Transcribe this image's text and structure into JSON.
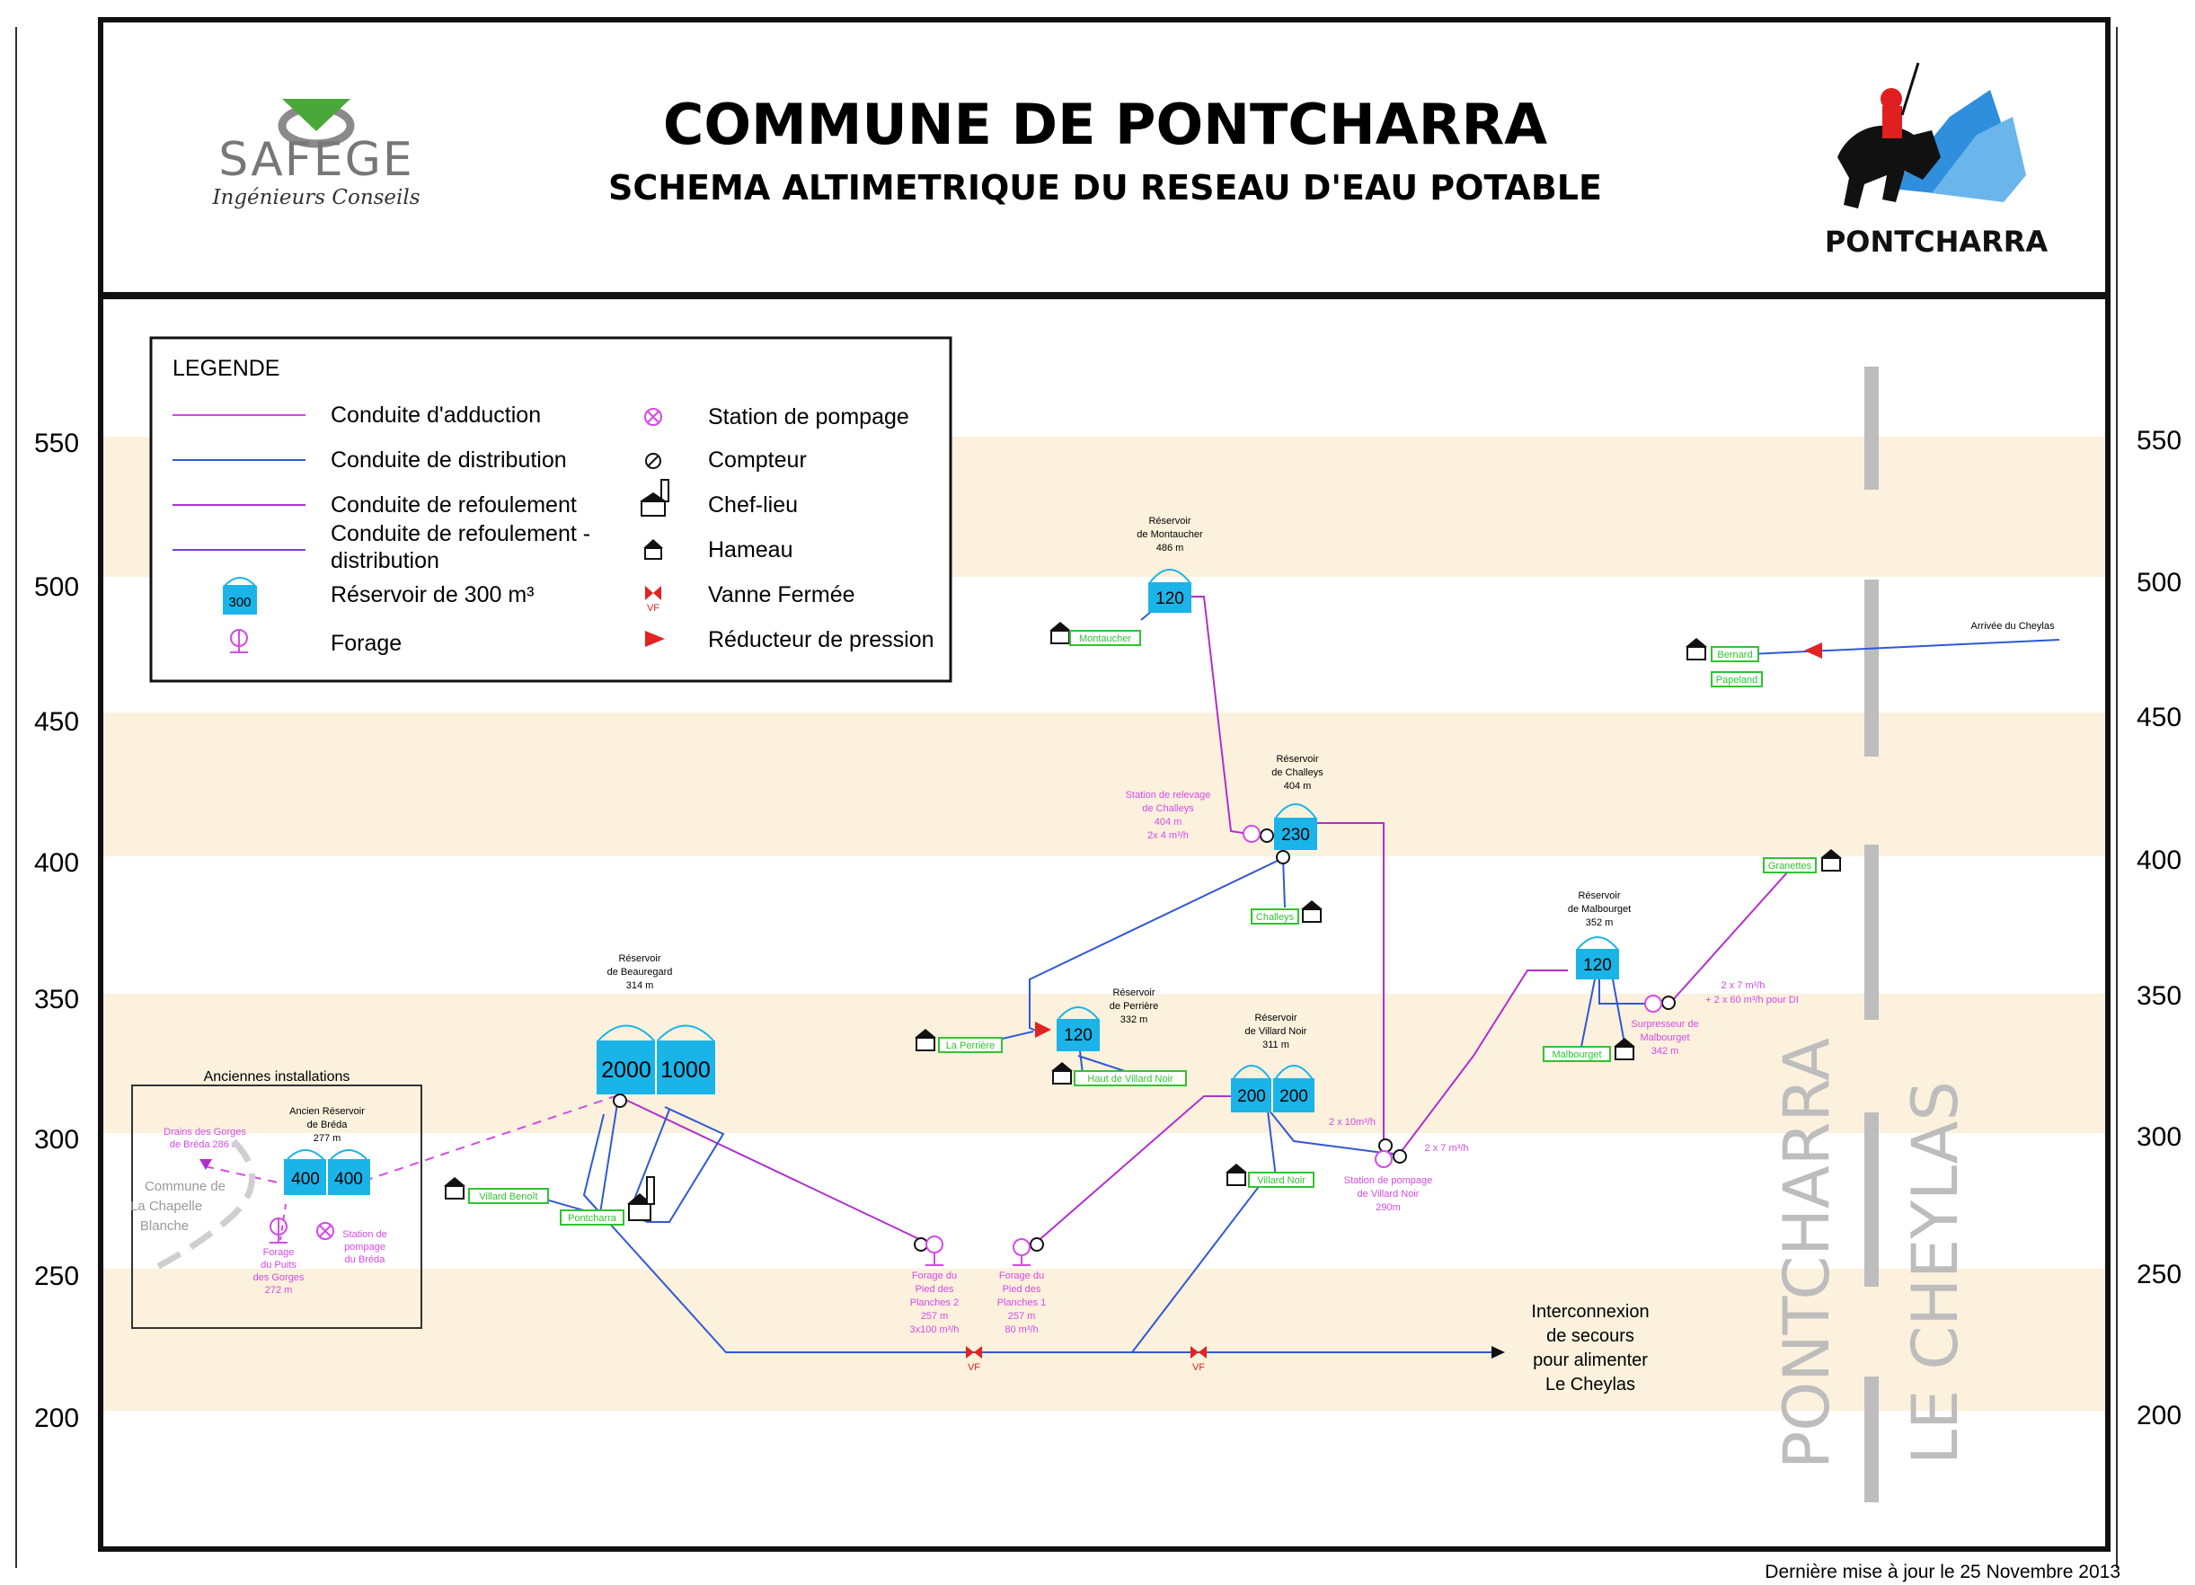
{
  "header": {
    "title": "COMMUNE DE PONTCHARRA",
    "subtitle": "SCHEMA ALTIMETRIQUE DU RESEAU D'EAU POTABLE",
    "left_logo_name": "SAFEGE",
    "left_logo_tagline": "Ingénieurs Conseils",
    "right_logo_name": "PONTCHARRA"
  },
  "footer": {
    "update_note": "Dernière mise à jour le 25 Novembre 2013"
  },
  "axis": {
    "ticks_left": [
      "550",
      "500",
      "450",
      "400",
      "350",
      "300",
      "250",
      "200"
    ],
    "ticks_right": [
      "550",
      "500",
      "450",
      "400",
      "350",
      "300",
      "250",
      "200"
    ]
  },
  "colors": {
    "adduction": "#d649e8",
    "distribution": "#3058d8",
    "refoulement": "#b12fd0",
    "reservoir": "#1ab4e8",
    "band": "#fbf1dc",
    "valve": "#e32222",
    "label_green": "#2fc42f",
    "territory": "#bdbdbd"
  },
  "legend": {
    "title": "LEGENDE",
    "items": [
      {
        "label": "Conduite d'adduction"
      },
      {
        "label": "Conduite de distribution"
      },
      {
        "label": "Conduite de refoulement"
      },
      {
        "label": "Conduite de refoulement -"
      },
      {
        "label": "distribution"
      },
      {
        "label": "Réservoir de 300 m³"
      },
      {
        "label": "Forage"
      },
      {
        "label": "Station de pompage"
      },
      {
        "label": "Compteur"
      },
      {
        "label": "Chef-lieu"
      },
      {
        "label": "Hameau"
      },
      {
        "label": "Vanne Fermée"
      },
      {
        "label": "Réducteur de pression"
      }
    ],
    "reservoir_sample": "300",
    "vf_text": "VF"
  },
  "territories": {
    "left": "PONTCHARRA",
    "right": "LE CHEYLAS"
  },
  "reservoirs": {
    "montaucher": {
      "title": "Réservoir",
      "name": "de Montaucher",
      "alt": "486 m",
      "cap": "120"
    },
    "challeys": {
      "title": "Réservoir",
      "name": "de Challeys",
      "alt": "404 m",
      "cap": "230"
    },
    "malbourget": {
      "title": "Réservoir",
      "name": "de Malbourget",
      "alt": "352 m",
      "cap": "120"
    },
    "perriere": {
      "title": "Réservoir",
      "name": "de Perrière",
      "alt": "332 m",
      "cap": "120"
    },
    "villard_noir": {
      "title": "Réservoir",
      "name": "de Villard Noir",
      "alt": "311 m",
      "cap1": "200",
      "cap2": "200"
    },
    "beauregard": {
      "title": "Réservoir",
      "name": "de Beauregard",
      "alt": "314 m",
      "cap1": "2000",
      "cap2": "1000"
    },
    "breda": {
      "title": "Ancien Réservoir",
      "name": "de Bréda",
      "alt": "277 m",
      "cap1": "400",
      "cap2": "400"
    }
  },
  "hameaux": {
    "montaucher": "Montaucher",
    "bernard": "Bernard",
    "papeland": "Papeland",
    "challeys": "Challeys",
    "granettes": "Granettes",
    "la_perriere": "La Perrière",
    "haut_villard_noir": "Haut de Villard Noir",
    "villard_noir": "Villard Noir",
    "villard_benoit": "Villard Benoît",
    "pontcharra": "Pontcharra",
    "malbourget": "Malbourget"
  },
  "stations": {
    "relevage_challeys": [
      "Station de relevage",
      "de Challeys",
      "404 m",
      "2x 4 m³/h"
    ],
    "surpresseur": [
      "Surpresseur de",
      "Malbourget",
      "342 m"
    ],
    "pompage_villard_noir": [
      "Station de pompage",
      "de Villard Noir",
      "290m"
    ],
    "forage_pp2": [
      "Forage du",
      "Pied des",
      "Planches 2",
      "257 m",
      "3x100 m³/h"
    ],
    "forage_pp1": [
      "Forage du",
      "Pied des",
      "Planches 1",
      "257 m",
      "80 m³/h"
    ],
    "forage_puits": [
      "Forage",
      "du Puits",
      "des Gorges",
      "272 m"
    ],
    "pompage_breda": [
      "Station de",
      "pompage",
      "du Bréda"
    ]
  },
  "flows": {
    "surpresseur_1": "2 x 7 m³/h",
    "surpresseur_2": "+ 2 x 60 m³/h pour DI",
    "villard_10": "2 x 10m³/h",
    "villard_7": "2 x 7 m³/h"
  },
  "notes": {
    "arrivee_cheylas": "Arrivée du Cheylas",
    "interconnexion": [
      "Interconnexion",
      "de secours",
      "pour alimenter",
      "Le Cheylas"
    ],
    "anciennes": "Anciennes installations",
    "drains": [
      "Drains des Gorges",
      "de Bréda 286 m"
    ],
    "commune": [
      "Commune de",
      "La Chapelle",
      "Blanche"
    ],
    "vf": "VF"
  }
}
